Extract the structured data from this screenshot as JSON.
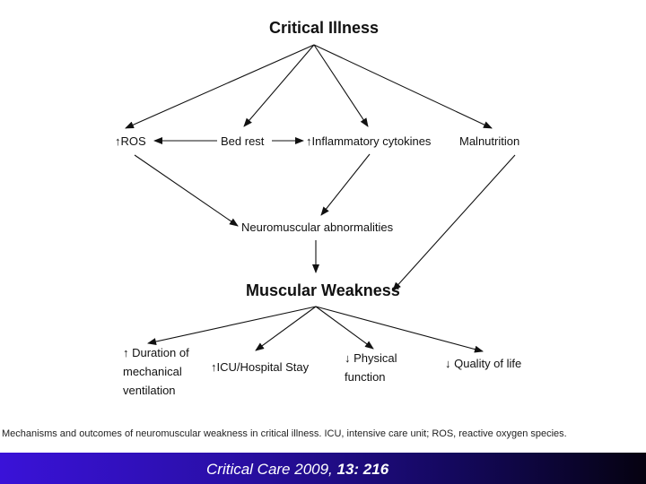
{
  "diagram": {
    "nodes": {
      "critical_illness": "Critical Illness",
      "ros": "↑ROS",
      "bed_rest": "Bed rest",
      "inflammatory": "↑Inflammatory cytokines",
      "malnutrition": "Malnutrition",
      "neuromuscular": "Neuromuscular abnormalities",
      "muscular_weakness": "Muscular Weakness",
      "duration_1": "↑ Duration of",
      "duration_2": "mechanical",
      "duration_3": "ventilation",
      "icu_stay": "↑ICU/Hospital Stay",
      "physical_1": "↓ Physical",
      "physical_2": "function",
      "quality": "↓ Quality of life"
    }
  },
  "caption": "Mechanisms and outcomes of neuromuscular weakness in critical illness. ICU, intensive care unit; ROS, reactive oxygen species.",
  "footer": {
    "journal": "Critical Care 2009, ",
    "volume": "13: 216"
  }
}
